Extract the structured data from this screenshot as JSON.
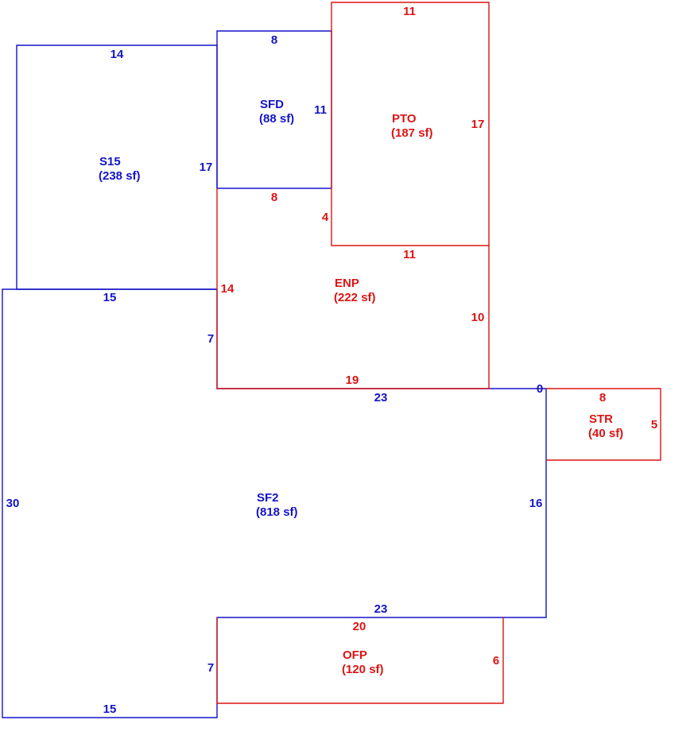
{
  "colors": {
    "blue": "#1414c8",
    "red": "#dc1414"
  },
  "areas": {
    "s15": {
      "code": "S15",
      "area": "(238 sf)"
    },
    "sfd": {
      "code": "SFD",
      "area": "(88 sf)"
    },
    "pto": {
      "code": "PTO",
      "area": "(187 sf)"
    },
    "enp": {
      "code": "ENP",
      "area": "(222 sf)"
    },
    "sf2": {
      "code": "SF2",
      "area": "(818 sf)"
    },
    "str": {
      "code": "STR",
      "area": "(40 sf)"
    },
    "ofp": {
      "code": "OFP",
      "area": "(120 sf)"
    }
  },
  "dims": {
    "s15_top": "14",
    "s15_right": "17",
    "s15_bottom": "15",
    "sfd_top": "8",
    "sfd_right": "11",
    "sfd_bottom": "8",
    "pto_top": "11",
    "pto_right": "17",
    "pto_left": "4",
    "pto_bottom": "11",
    "enp_left": "14",
    "enp_right": "10",
    "enp_bottom": "19",
    "sf2_inner_left": "7",
    "sf2_top_mid": "23",
    "sf2_corner": "0",
    "sf2_left": "30",
    "sf2_right": "16",
    "sf2_bottom_mid": "23",
    "sf2_lower_left": "7",
    "sf2_bottom": "15",
    "str_top": "8",
    "str_right": "5",
    "ofp_top": "20",
    "ofp_right": "6"
  }
}
